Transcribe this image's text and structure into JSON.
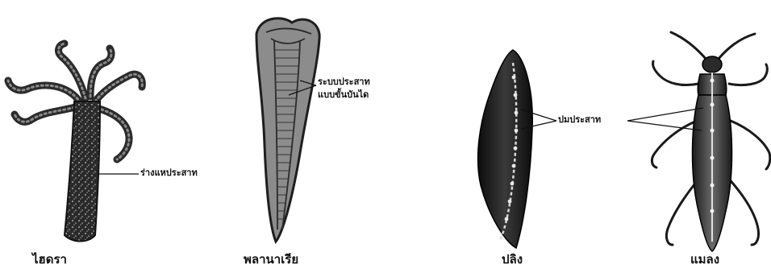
{
  "organisms": [
    {
      "name": "ไฮดรา"
    },
    {
      "name": "พลานาเรีย"
    },
    {
      "name": "ปลิง"
    },
    {
      "name": "แมลง"
    }
  ],
  "callouts": {
    "hydra": "ร่างแหประสาท",
    "planaria_line1": "ระบบประสาท",
    "planaria_line2": "แบบขั้นบันได",
    "ganglion": "ปมประสาท"
  }
}
